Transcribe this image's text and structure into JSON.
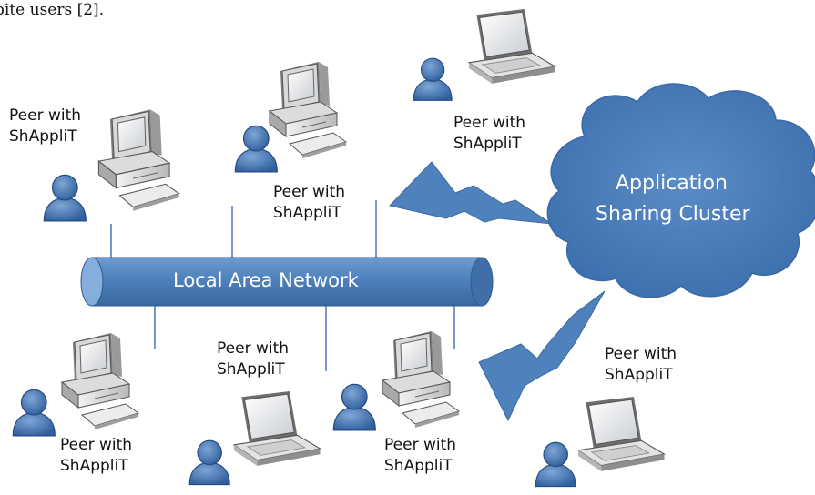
{
  "header_fragment": "pite users [2].",
  "network": {
    "label": "Local Area Network"
  },
  "cluster": {
    "line1": "Application",
    "line2": "Sharing Cluster"
  },
  "peers": [
    {
      "line1": "Peer with",
      "line2": "ShAppliT"
    },
    {
      "line1": "Peer with",
      "line2": "ShAppliT"
    },
    {
      "line1": "Peer with",
      "line2": "ShAppliT"
    },
    {
      "line1": "Peer with",
      "line2": "ShAppliT"
    },
    {
      "line1": "Peer with",
      "line2": "ShAppliT"
    },
    {
      "line1": "Peer with",
      "line2": "ShAppliT"
    },
    {
      "line1": "Peer with",
      "line2": "ShAppliT"
    }
  ],
  "colors": {
    "accent": "#4f81bd",
    "accent_dark": "#3b6aa0",
    "text": "#111111"
  },
  "icons": [
    "desktop-computer-icon",
    "laptop-icon",
    "user-icon",
    "lightning-link-icon",
    "cloud-icon"
  ]
}
